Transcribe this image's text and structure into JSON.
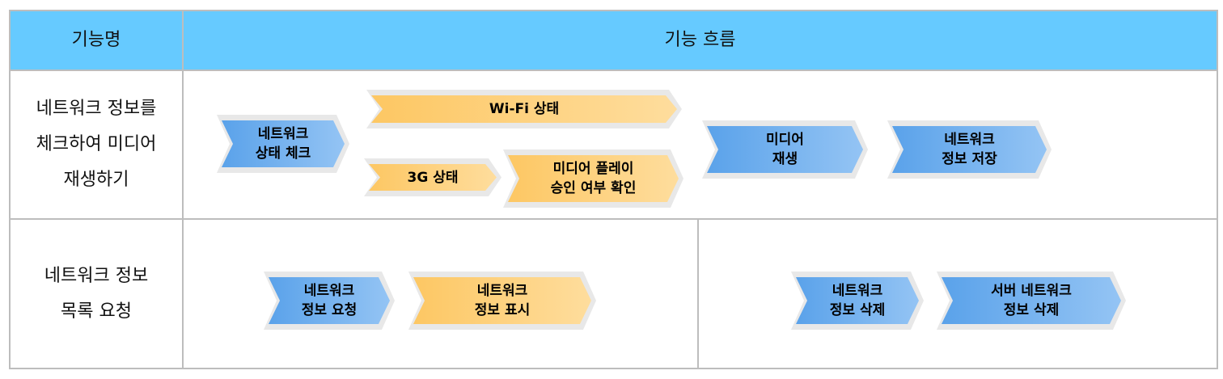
{
  "header": {
    "col1": "기능명",
    "col2": "기능 흐름"
  },
  "rows": [
    {
      "name": "네트워크 정보를\n체크하여 미디어\n재생하기"
    },
    {
      "name": "네트워크 정보\n목록 요청"
    }
  ],
  "steps": [
    {
      "label": "네트워크\n상태 체크",
      "color": "blue"
    },
    {
      "label": "Wi-Fi 상태",
      "color": "orange"
    },
    {
      "label": "3G 상태",
      "color": "orange"
    },
    {
      "label": "미디어 플레이\n승인 여부 확인",
      "color": "orange"
    },
    {
      "label": "미디어\n재생",
      "color": "blue"
    },
    {
      "label": "네트워크\n정보 저장",
      "color": "blue"
    },
    {
      "label": "네트워크\n정보 요청",
      "color": "blue"
    },
    {
      "label": "네트워크\n정보 표시",
      "color": "orange"
    },
    {
      "label": "네트워크\n정보 삭제",
      "color": "blue"
    },
    {
      "label": "서버 네트워크\n정보 삭제",
      "color": "blue"
    }
  ],
  "colors": {
    "header": "#66caff",
    "blue": "#5aa2ea",
    "orange": "#fdc763"
  }
}
